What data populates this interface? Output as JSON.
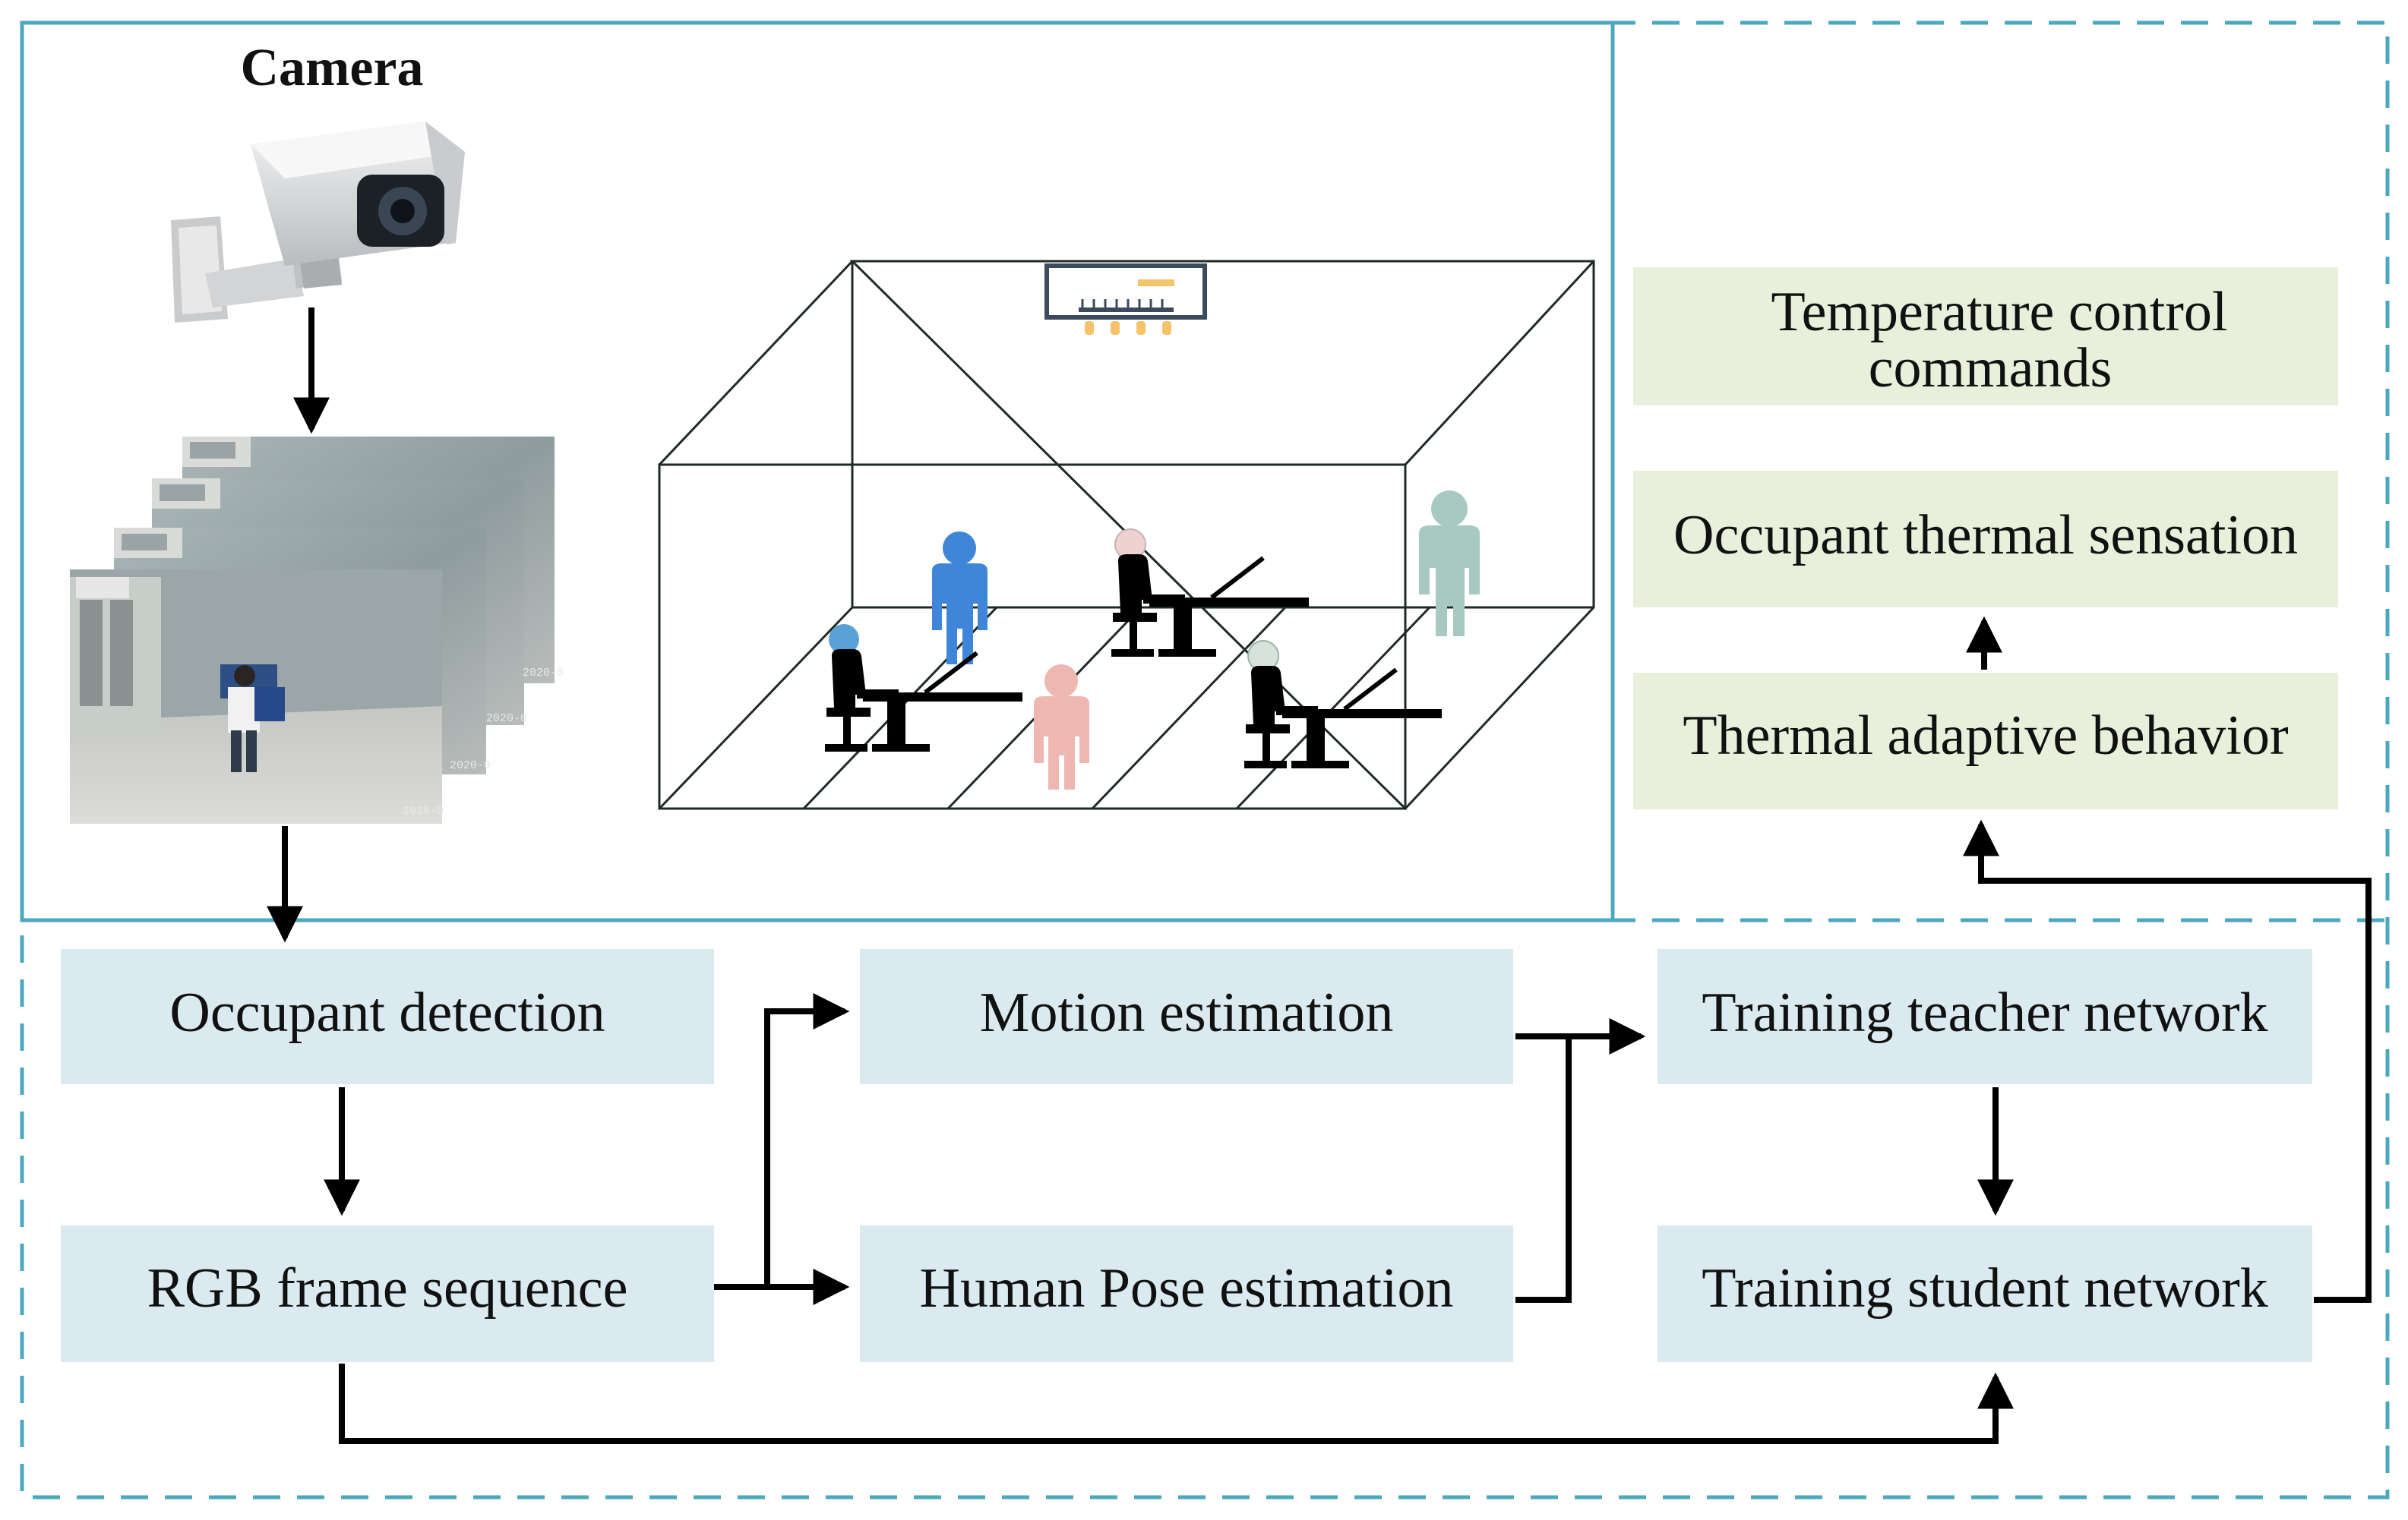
{
  "camera": {
    "label": "Camera"
  },
  "frames": {
    "timestamp": "2020-0"
  },
  "boxes": {
    "occupant_detection": "Occupant detection",
    "rgb_frame_sequence": "RGB frame sequence",
    "motion_estimation": "Motion estimation",
    "human_pose_estimation": "Human Pose estimation",
    "training_teacher": "Training teacher network",
    "training_student": "Training student network",
    "temperature_control": [
      "Temperature control",
      "commands"
    ],
    "thermal_sensation": "Occupant thermal sensation",
    "thermal_behavior": "Thermal adaptive behavior"
  },
  "colors": {
    "dashed_border": "#4ba8bd",
    "pipeline_box": "#daeaf0",
    "output_box": "#e8f0dc",
    "arrow": "#000000",
    "person_blue": "#3f86d8",
    "person_pink": "#efb7b1",
    "person_grey": "#a7c9c2",
    "head_light_blue": "#5aa2d6",
    "head_pink": "#eed2d2",
    "head_pale": "#d6e3dc",
    "ac_outline": "#3b4a5e",
    "ac_accent": "#f5c46a"
  },
  "icons": [
    "security-camera-icon",
    "air-conditioner-icon",
    "standing-person-icon",
    "seated-worker-icon"
  ]
}
